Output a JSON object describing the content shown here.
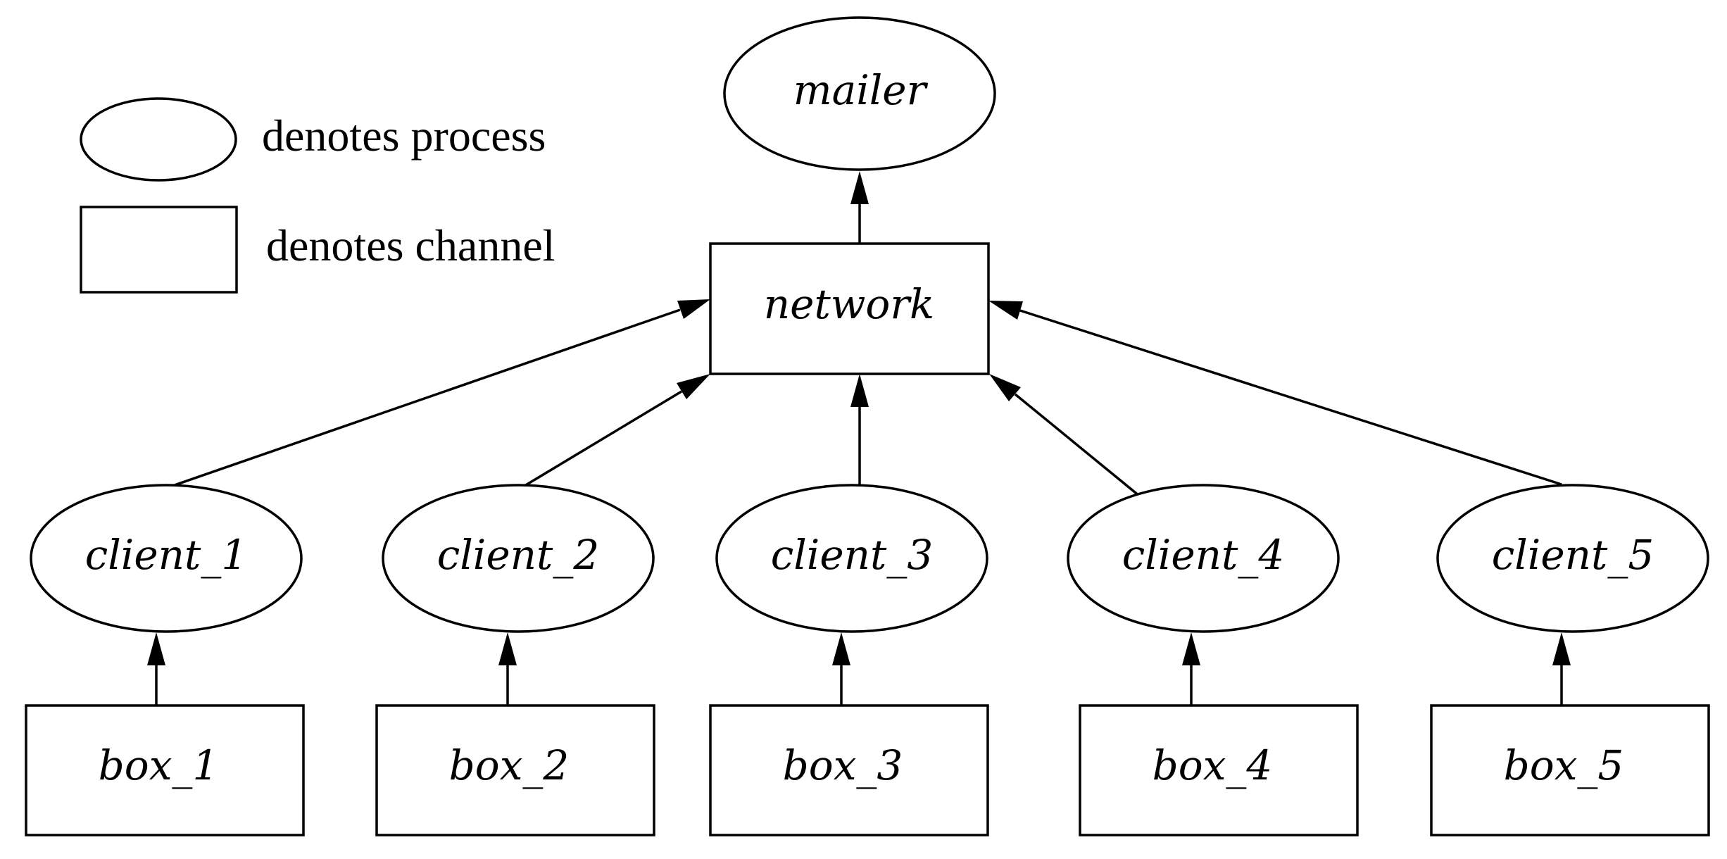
{
  "legend": {
    "process_label": "denotes process",
    "channel_label": "denotes channel"
  },
  "nodes": {
    "mailer": "mailer",
    "network": "network",
    "client_1": "client_1",
    "client_2": "client_2",
    "client_3": "client_3",
    "client_4": "client_4",
    "client_5": "client_5",
    "box_1": "box_1",
    "box_2": "box_2",
    "box_3": "box_3",
    "box_4": "box_4",
    "box_5": "box_5"
  }
}
